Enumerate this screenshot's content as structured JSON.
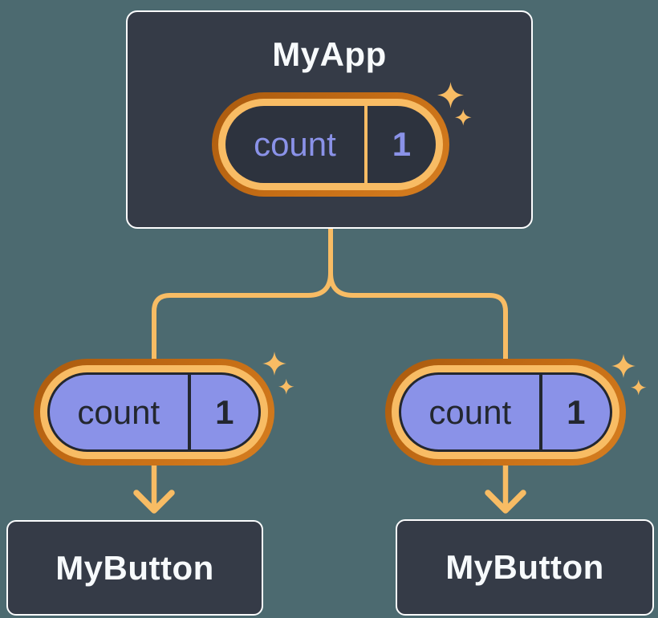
{
  "diagram": {
    "description": "React component tree: parent passes state down as props",
    "background_color": "#4C6A70",
    "node_fill_color": "#353B47",
    "node_border_color": "#FCFDFE",
    "accent_orange_light": "#F8BC64",
    "accent_orange_dark": "#C56D15",
    "lavender_color": "#8A92E8",
    "ink_dark_color": "#23272F",
    "root": {
      "title": "MyApp",
      "state_pill": {
        "label": "count",
        "value": "1"
      }
    },
    "children": [
      {
        "title": "MyButton",
        "prop_pill": {
          "label": "count",
          "value": "1"
        }
      },
      {
        "title": "MyButton",
        "prop_pill": {
          "label": "count",
          "value": "1"
        }
      }
    ]
  }
}
